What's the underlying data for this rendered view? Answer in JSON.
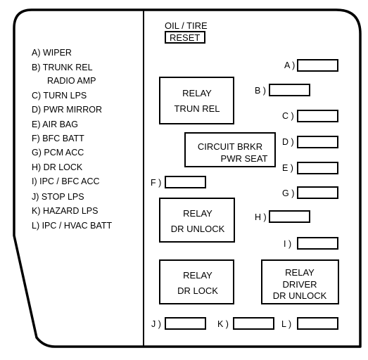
{
  "header": {
    "oil_tire": "OIL / TIRE",
    "reset": "RESET"
  },
  "legend": [
    "A)  WIPER",
    "B)  TRUNK REL",
    "RADIO AMP",
    "C)  TURN LPS",
    "D)  PWR MIRROR",
    "E)  AIR BAG",
    "F)  BFC BATT",
    "G)  PCM ACC",
    "H)  DR LOCK",
    "I)  IPC / BFC ACC",
    "J)  STOP LPS",
    "K)  HAZARD LPS",
    "L)  IPC / HVAC BATT"
  ],
  "components": {
    "relay_trun_rel": [
      "RELAY",
      "TRUN  REL"
    ],
    "circuit_brkr": [
      "CIRCUIT  BRKR",
      "PWR  SEAT"
    ],
    "relay_dr_unlock": [
      "RELAY",
      "DR UNLOCK"
    ],
    "relay_dr_lock": [
      "RELAY",
      "DR  LOCK"
    ],
    "relay_driver_dr_unlock": [
      "RELAY",
      "DRIVER",
      "DR UNLOCK"
    ]
  },
  "fuse_slots": {
    "a": "A )",
    "b": "B )",
    "c": "C )",
    "d": "D )",
    "e": "E )",
    "f": "F )",
    "g": "G )",
    "h": "H )",
    "i": "I )",
    "j": "J )",
    "k": "K )",
    "l": "L )"
  }
}
